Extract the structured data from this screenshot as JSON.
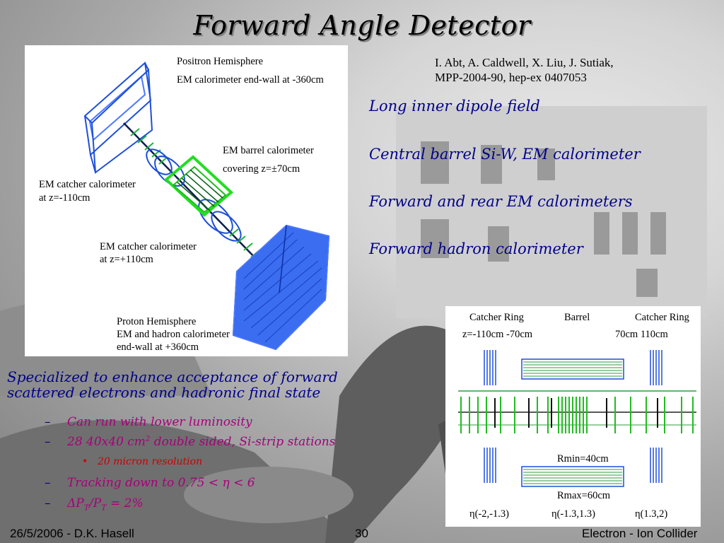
{
  "title": "Forward Angle Detector",
  "reference": {
    "line1": "I. Abt, A. Caldwell, X. Liu, J. Sutiak,",
    "line2": "MPP-2004-90, hep-ex 0407053"
  },
  "right_bullets": [
    "Long inner dipole field",
    "Central barrel Si-W, EM calorimeter",
    "Forward and rear EM calorimeters",
    "Forward hadron calorimeter"
  ],
  "detector_figure": {
    "positron_hemisphere": "Positron Hemisphere",
    "em_endwall": "EM calorimeter end-wall at -360cm",
    "em_barrel": "EM barrel calorimeter",
    "covering": "covering z=±70cm",
    "catcher_minus": "EM catcher calorimeter",
    "catcher_minus_z": "at z=-110cm",
    "catcher_plus": "EM catcher calorimeter",
    "catcher_plus_z": "at z=+110cm",
    "proton_hemisphere": "Proton Hemisphere",
    "em_hadron": "EM and hadron calorimeter",
    "endwall_plus": "end-wall at +360cm"
  },
  "rz_figure": {
    "catcher_left": "Catcher Ring",
    "barrel": "Barrel",
    "catcher_right": "Catcher Ring",
    "z_left": "z=-110cm  -70cm",
    "z_right": "70cm   110cm",
    "rmin": "Rmin=40cm",
    "rmax": "Rmax=60cm",
    "eta_left": "η(-2,-1.3)",
    "eta_mid": "η(-1.3,1.3)",
    "eta_right": "η(1.3,2)"
  },
  "main_bullet": {
    "line1": "Specialized to enhance acceptance of forward",
    "line2": "scattered electrons and hadronic final state"
  },
  "sub_bullets": {
    "lumi": "Can run with lower luminosity",
    "stations_a": "28 40x40 cm",
    "stations_sup": "2",
    "stations_b": " double sided, Si-strip stations",
    "resolution": "20 micron resolution",
    "tracking": "Tracking down to 0.75 < η < 6",
    "dpt_a": "ΔP",
    "dpt_sub1": "T",
    "dpt_b": "/P",
    "dpt_sub2": "T",
    "dpt_c": " = 2%",
    "dash": "–",
    "bullet": "•"
  },
  "footer": {
    "left": "26/5/2006 - D.K. Hasell",
    "center": "30",
    "right": "Electron - Ion Collider"
  }
}
